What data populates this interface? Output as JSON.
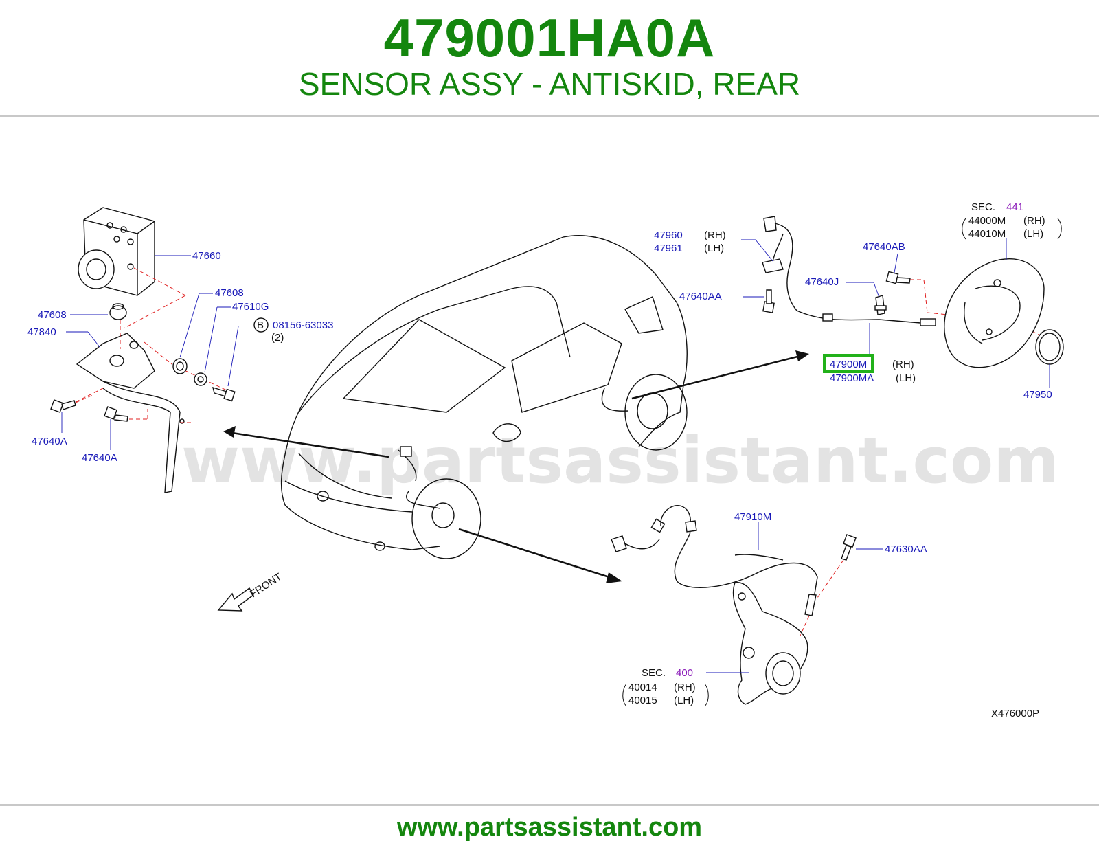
{
  "header": {
    "part_number": "479001HA0A",
    "description": "SENSOR ASSY - ANTISKID, REAR"
  },
  "watermark": "www.partsassistant.com",
  "footer": {
    "url": "www.partsassistant.com"
  },
  "diagram_code": "X476000P",
  "callouts": {
    "c47660": "47660",
    "c47608_upper": "47608",
    "c47608_left": "47608",
    "c47610G": "47610G",
    "bolt_symbol": "B",
    "c08156": "08156-63033",
    "c08156_qty": "(2)",
    "c47840": "47840",
    "c47640A_left": "47640A",
    "c47640A_mid": "47640A",
    "c47960": "47960",
    "c47961": "47961",
    "rh": "(RH)",
    "lh": "(LH)",
    "c47640AB": "47640AB",
    "c47640J": "47640J",
    "c47640AA": "47640AA",
    "c47900M": "47900M",
    "c47900MA": "47900MA",
    "sec441_label": "SEC.",
    "sec441_num": "441",
    "c44000M": "44000M",
    "c44010M": "44010M",
    "c47950": "47950",
    "c47910M": "47910M",
    "c47630AA": "47630AA",
    "sec400_label": "SEC.",
    "sec400_num": "400",
    "c40014": "40014",
    "c40015": "40015",
    "front": "FRONT"
  },
  "highlight": {
    "part": "47900M",
    "color": "#22b11a"
  }
}
